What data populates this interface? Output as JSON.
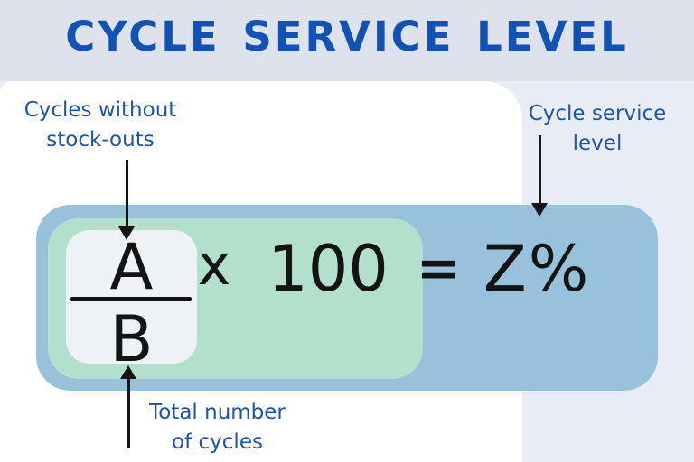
{
  "title": "CYCLE SERVICE LEVEL",
  "formula": {
    "numerator": "A",
    "denominator": "B",
    "operator": "x",
    "multiplier": "100",
    "equals": "=",
    "result": "Z%"
  },
  "annotations": {
    "numerator": {
      "line1": "Cycles without",
      "line2": "stock-outs"
    },
    "result": {
      "line1": "Cycle service",
      "line2": "level"
    },
    "denominator": {
      "line1": "Total number",
      "line2": "of cycles"
    }
  },
  "colors": {
    "title_blue": "#1252b4",
    "label_blue": "#1e55a8",
    "outer_box_blue": "#98c1db",
    "inner_box_green": "#b2e0cd",
    "fraction_box_light": "#eef1f6",
    "panel_white": "#ffffff",
    "top_band_gray": "#dde2ec",
    "background_gray": "#e8ecf4",
    "ink_black": "#141414"
  }
}
